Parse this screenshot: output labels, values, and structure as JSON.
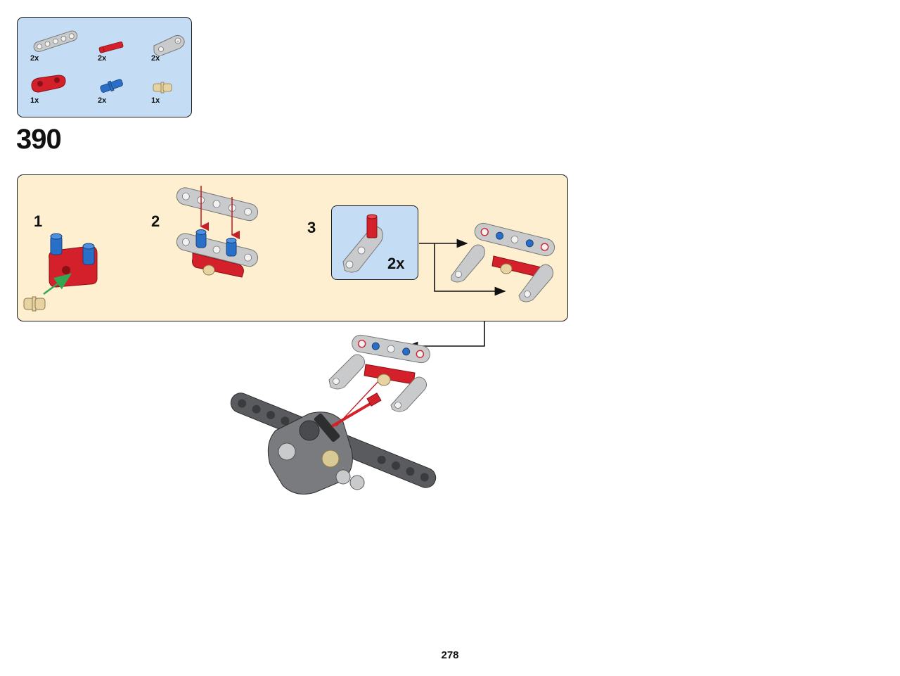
{
  "parts_list": {
    "items": [
      {
        "name": "light-grey-beam",
        "quantity": "2x"
      },
      {
        "name": "red-axle",
        "quantity": "2x"
      },
      {
        "name": "light-grey-connector",
        "quantity": "2x"
      },
      {
        "name": "red-double-connector",
        "quantity": "1x"
      },
      {
        "name": "blue-pin",
        "quantity": "2x"
      },
      {
        "name": "tan-axle-pin",
        "quantity": "1x"
      }
    ]
  },
  "step": {
    "number": "390"
  },
  "sub_steps": [
    {
      "label": "1"
    },
    {
      "label": "2"
    },
    {
      "label": "3"
    }
  ],
  "sub_step_3": {
    "multiplier": "2x"
  },
  "page": {
    "number": "278"
  },
  "colors": {
    "parts_bg": "#c4dcf4",
    "panel_bg": "#fdefd0",
    "red": "#d4202a",
    "blue": "#2a6fc7",
    "tan": "#e6d3a1",
    "light_grey": "#c9cacb",
    "dark_grey": "#5a5b5e"
  }
}
